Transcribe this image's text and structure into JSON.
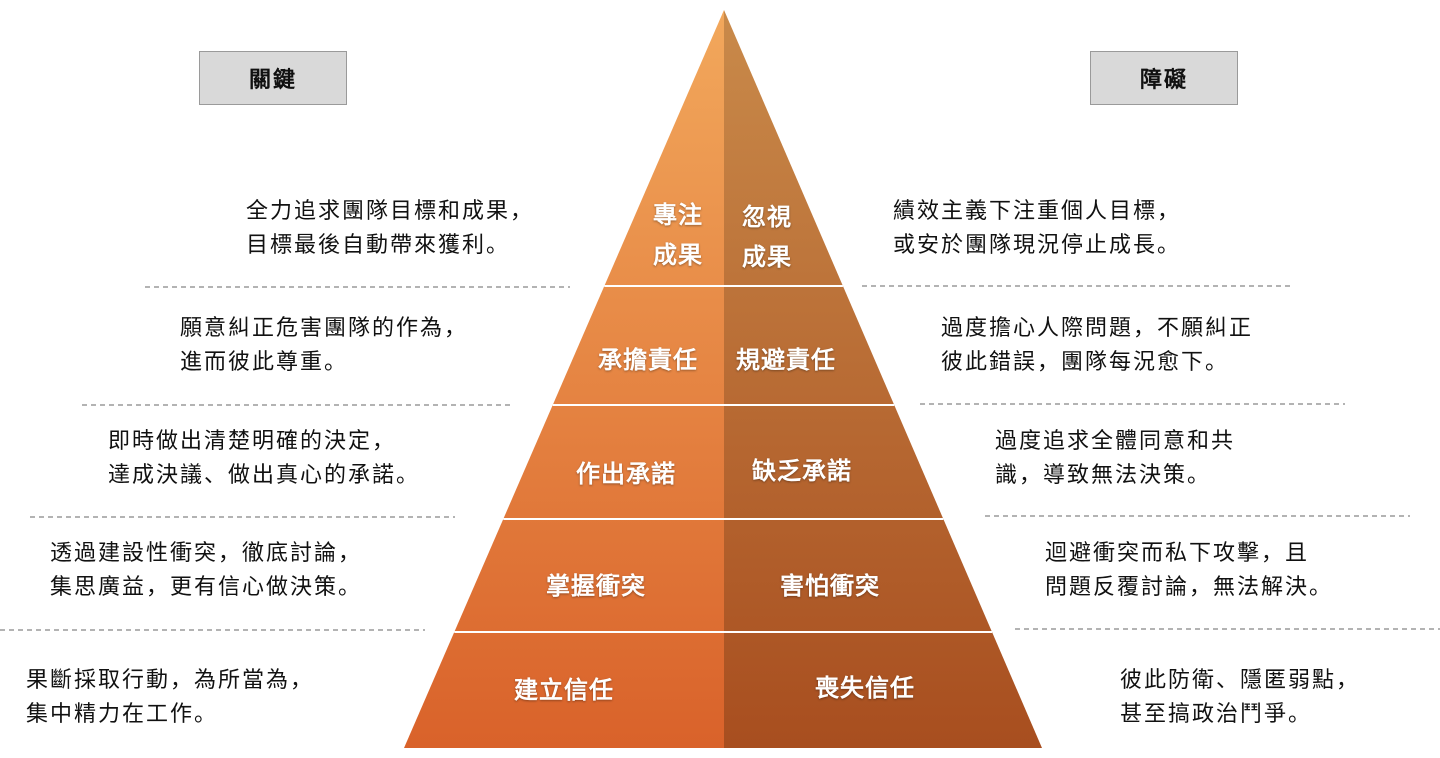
{
  "headers": {
    "left": "關鍵",
    "right": "障礙"
  },
  "colors": {
    "left_top": "#f2a85c",
    "left_bottom": "#d9622a",
    "right_top": "#c98a4a",
    "right_bottom": "#a84e1f",
    "header_bg": "#d9d9d9",
    "divider": "#9a9a9a"
  },
  "levels": [
    {
      "left_label": [
        "專注",
        "成果"
      ],
      "right_label": [
        "忽視",
        "成果"
      ],
      "left_desc": [
        "全力追求團隊目標和成果，",
        "目標最後自動帶來獲利。"
      ],
      "right_desc": [
        "績效主義下注重個人目標，",
        "或安於團隊現況停止成長。"
      ]
    },
    {
      "left_label": [
        "承擔責任"
      ],
      "right_label": [
        "規避責任"
      ],
      "left_desc": [
        "願意糾正危害團隊的作為，",
        "進而彼此尊重。"
      ],
      "right_desc": [
        "過度擔心人際問題，不願糾正",
        "彼此錯誤，團隊每況愈下。"
      ]
    },
    {
      "left_label": [
        "作出承諾"
      ],
      "right_label": [
        "缺乏承諾"
      ],
      "left_desc": [
        "即時做出清楚明確的決定，",
        "達成決議、做出真心的承諾。"
      ],
      "right_desc": [
        "過度追求全體同意和共",
        "識，導致無法決策。"
      ]
    },
    {
      "left_label": [
        "掌握衝突"
      ],
      "right_label": [
        "害怕衝突"
      ],
      "left_desc": [
        "透過建設性衝突，徹底討論，",
        "集思廣益，更有信心做決策。"
      ],
      "right_desc": [
        "迴避衝突而私下攻擊，且",
        "問題反覆討論，無法解決。"
      ]
    },
    {
      "left_label": [
        "建立信任"
      ],
      "right_label": [
        "喪失信任"
      ],
      "left_desc": [
        "果斷採取行動，為所當為，",
        "集中精力在工作。"
      ],
      "right_desc": [
        "彼此防衛、隱匿弱點，",
        "甚至搞政治鬥爭。"
      ]
    }
  ]
}
